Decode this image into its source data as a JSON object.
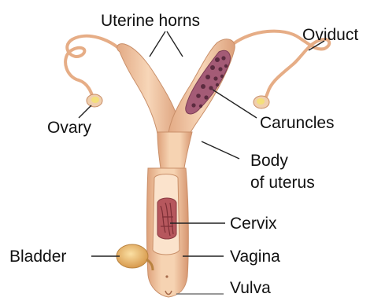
{
  "diagram": {
    "labels": {
      "uterine_horns": "Uterine horns",
      "oviduct": "Oviduct",
      "ovary": "Ovary",
      "caruncles": "Caruncles",
      "body_of_uterus_line1": "Body",
      "body_of_uterus_line2": "of uterus",
      "cervix": "Cervix",
      "bladder": "Bladder",
      "vagina": "Vagina",
      "vulva": "Vulva"
    },
    "colors": {
      "tissue": "#f3c9a4",
      "tissue_shadow": "#d99a72",
      "tissue_highlight": "#fbe3cc",
      "caruncle_bed": "#a45b76",
      "caruncle_spot": "#5b2b3f",
      "cervix_tissue": "#b6575d",
      "bladder": "#eab86e",
      "ovary": "#f4e07a",
      "leader_line": "#222222"
    }
  }
}
